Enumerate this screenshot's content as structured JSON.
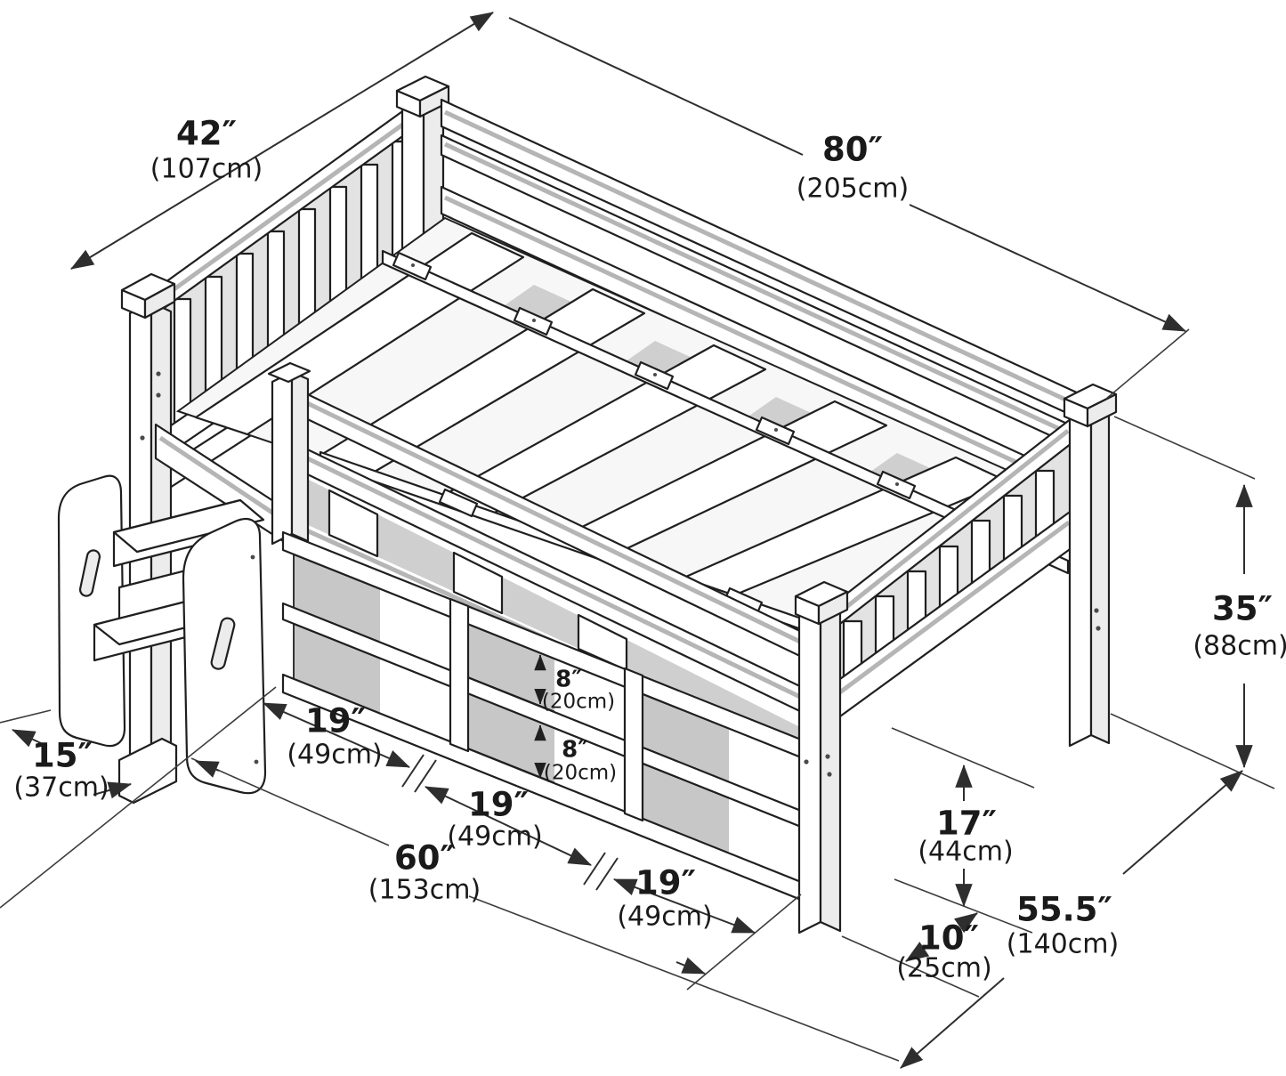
{
  "diagram": {
    "subject": "Loft bed with guard rails, two-step stool and six-cubby under-bed storage, dimensional line drawing",
    "style": {
      "line_color": "#1f1f1f",
      "dim_line_color": "#2e2e2e",
      "shade_light": "#ececec",
      "shade_mid": "#cfcfcf",
      "shade_dark": "#c7c7c7",
      "background": "#ffffff"
    }
  },
  "dims": {
    "d42": {
      "in": "42″",
      "cm": "(107cm)"
    },
    "d80": {
      "in": "80″",
      "cm": "(205cm)"
    },
    "d35": {
      "in": "35″",
      "cm": "(88cm)"
    },
    "d15": {
      "in": "15″",
      "cm": "(37cm)"
    },
    "d19a": {
      "in": "19″",
      "cm": "(49cm)"
    },
    "d19b": {
      "in": "19″",
      "cm": "(49cm)"
    },
    "d19c": {
      "in": "19″",
      "cm": "(49cm)"
    },
    "d8a": {
      "in": "8″",
      "cm": "(20cm)"
    },
    "d8b": {
      "in": "8″",
      "cm": "(20cm)"
    },
    "d60": {
      "in": "60″",
      "cm": "(153cm)"
    },
    "d17": {
      "in": "17″",
      "cm": "(44cm)"
    },
    "d10": {
      "in": "10″",
      "cm": "(25cm)"
    },
    "d55": {
      "in": "55.5″",
      "cm": "(140cm)"
    }
  }
}
